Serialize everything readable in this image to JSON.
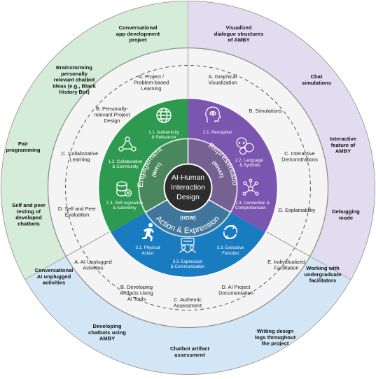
{
  "center": {
    "line1": "AI-Human",
    "line2": "Interaction",
    "line3": "Design"
  },
  "engagement": {
    "title": "Engagement",
    "subtitle": "(WHY)",
    "color": "#2e9a4f",
    "items": [
      {
        "line1": "1.1. Authenticity",
        "line2": "& Relevance",
        "icon": "globe-icon"
      },
      {
        "line1": "1.2. Collaboration",
        "line2": "& Community",
        "icon": "team-network-icon"
      },
      {
        "line1": "1.3. Self-regulation",
        "line2": "& Autonomy",
        "icon": "database-gear-icon"
      }
    ]
  },
  "representation": {
    "title": "Representation",
    "subtitle": "(WHAT)",
    "color": "#7b56b0",
    "items": [
      {
        "line1": "2.1. Perception",
        "icon": "head-eye-icon"
      },
      {
        "line1": "2.2. Language",
        "line2": "& Symbols",
        "icon": "code-bubbles-icon"
      },
      {
        "line1": "2.3. Connection &",
        "line2": "Comprehension",
        "icon": "network-nodes-icon"
      }
    ]
  },
  "action": {
    "title": "Action & Expression",
    "subtitle": "(HOW)",
    "color": "#1a7cc0",
    "items": [
      {
        "line1": "3.1. Physical",
        "line2": "Action",
        "icon": "running-person-icon"
      },
      {
        "line1": "3.2. Expression",
        "line2": "& Communication",
        "icon": "presentation-people-icon"
      },
      {
        "line1": "3.3. Executive",
        "line2": "Function",
        "icon": "cycle-arrows-icon"
      }
    ]
  },
  "middle_ring": {
    "engagement": [
      {
        "lines": [
          "A. Project /",
          "Problem-based",
          "Learning"
        ]
      },
      {
        "lines": [
          "B. Personally-",
          "relevant Project",
          "Design"
        ]
      },
      {
        "lines": [
          "C. Collaborative",
          "Learning"
        ]
      },
      {
        "lines": [
          "D. Self and Peer",
          "Evaluation"
        ]
      }
    ],
    "representation": [
      {
        "lines": [
          "A. Graphical",
          "Visualization"
        ]
      },
      {
        "lines": [
          "B. Simulations"
        ]
      },
      {
        "lines": [
          "C. Interactive",
          "Demonstrations"
        ]
      },
      {
        "lines": [
          "D. Explainability"
        ]
      }
    ],
    "action": [
      {
        "lines": [
          "A. AI Unplugged",
          "Activities"
        ]
      },
      {
        "lines": [
          "B. Developing",
          "Artifacts Using",
          "AI Tools"
        ]
      },
      {
        "lines": [
          "C. Authentic",
          "Assessment"
        ]
      },
      {
        "lines": [
          "D. AI Project",
          "Documentation"
        ]
      },
      {
        "lines": [
          "E. Individualized",
          "Facilitation"
        ]
      }
    ]
  },
  "outer_ring": {
    "engagement": [
      {
        "lines": [
          "Conversational",
          "app development",
          "project"
        ]
      },
      {
        "lines": [
          "Brainstorming",
          "personally",
          "relevant chatbot",
          "ideas (e.g., Black",
          "History Bot)"
        ]
      },
      {
        "lines": [
          "Pair",
          "programming"
        ]
      },
      {
        "lines": [
          "Self and peer",
          "testing of",
          "developed",
          "chatbots"
        ]
      }
    ],
    "representation": [
      {
        "lines": [
          "Visualized",
          "dialogue structures",
          "of AMBY"
        ]
      },
      {
        "lines": [
          "Chat",
          "simulations"
        ]
      },
      {
        "lines": [
          "Interactive",
          "feature of",
          "AMBY"
        ]
      },
      {
        "lines": [
          "Debugging",
          "mode"
        ]
      }
    ],
    "action": [
      {
        "lines": [
          "Conversational",
          "AI unplugged",
          "activities"
        ]
      },
      {
        "lines": [
          "Developing",
          "chatbots using",
          "AMBY"
        ]
      },
      {
        "lines": [
          "Chatbot artifact",
          "assessment"
        ]
      },
      {
        "lines": [
          "Writing design",
          "logs throughout",
          "the project"
        ]
      },
      {
        "lines": [
          "Working with",
          "undergraduate",
          "facilitators"
        ]
      }
    ]
  },
  "colors": {
    "outer_green": "#d5ecd9",
    "outer_purple": "#e2dcf0",
    "outer_blue": "#d3e6f5",
    "middle_ring": "#f4f4f4",
    "inner_ring": "#6f6f6f",
    "core": "#2d2d2d"
  }
}
